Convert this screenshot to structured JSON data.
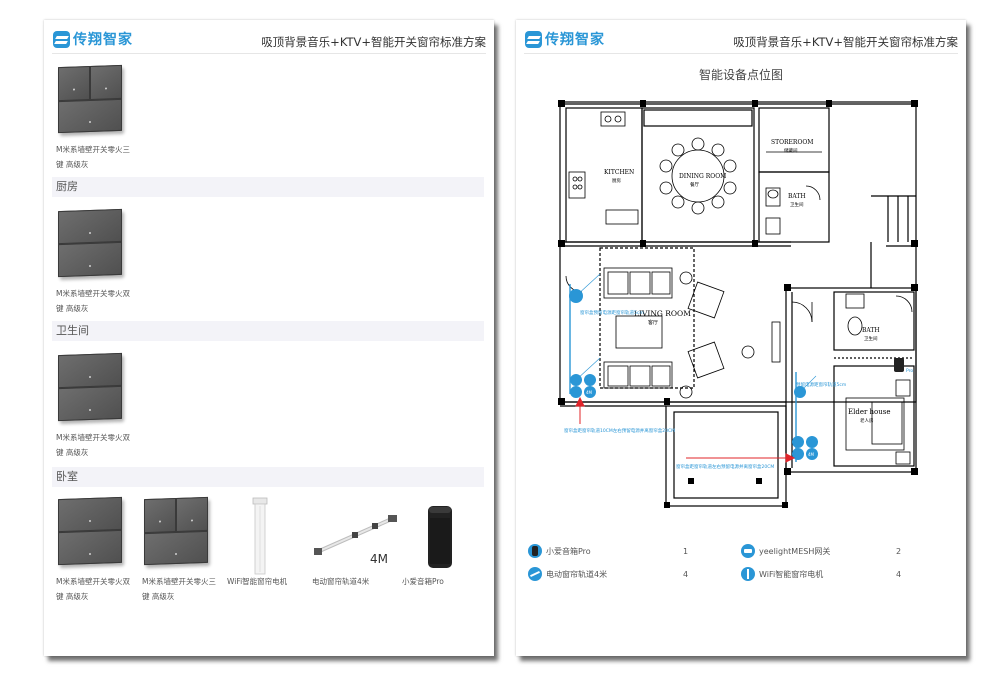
{
  "brand": {
    "name": "传翔智家",
    "color": "#2a96d6"
  },
  "left_page": {
    "header_title": "吸顶背景音乐+KTV+智能开关窗帘标准方案",
    "top_product": {
      "caption1": "M米系墙壁开关零火三",
      "caption2": "键 高级灰"
    },
    "sections": [
      {
        "label": "厨房",
        "products": [
          {
            "caption1": "M米系墙壁开关零火双",
            "caption2": "键 高级灰"
          }
        ]
      },
      {
        "label": "卫生间",
        "products": [
          {
            "caption1": "M米系墙壁开关零火双",
            "caption2": "键 高级灰"
          }
        ]
      },
      {
        "label": "卧室",
        "products": [
          {
            "caption1": "M米系墙壁开关零火双",
            "caption2": "键 高级灰"
          },
          {
            "caption1": "M米系墙壁开关零火三",
            "caption2": "键 高级灰"
          },
          {
            "caption1": "WiFi智能窗帘电机",
            "caption2": ""
          },
          {
            "caption1": "电动窗帘轨道4米",
            "caption2": ""
          },
          {
            "caption1": "小爱音箱Pro",
            "caption2": ""
          }
        ]
      }
    ],
    "rail_label": "4M"
  },
  "right_page": {
    "header_title": "吸顶背景音乐+KTV+智能开关窗帘标准方案",
    "plan_title": "智能设备点位图",
    "rooms": {
      "kitchen": "KITCHEN",
      "kitchen_sub": "厨房",
      "dining": "DINING ROOM",
      "dining_sub": "餐厅",
      "storeroom": "STOREROOM",
      "storeroom_sub": "储藏间",
      "bath1": "BATH",
      "bath1_sub": "卫生间",
      "living": "LIVING ROOM",
      "living_sub": "客厅",
      "bath2": "BATH",
      "bath2_sub": "卫生间",
      "elder": "Elder house",
      "elder_sub": "老人房"
    },
    "annotations": {
      "a1": "窗帘盒预留电源距窗帘轨道5cm",
      "a2": "窗帘盒距窗帘轨道10CM左右预留电源并离窗帘盒20CM",
      "a3": "窗帘盒距窗帘轨道左右预留电源并离窗帘盒20CM",
      "a4": "预留电源距窗帘轨道5cm",
      "speaker_tag": "Pro",
      "rail_tag": "4M"
    },
    "legend": [
      {
        "icon": "speaker-icon",
        "label": "小爱音箱Pro",
        "count": "1"
      },
      {
        "icon": "gateway-icon",
        "label": "yeelightMESH网关",
        "count": "2"
      },
      {
        "icon": "curtain-rail-icon",
        "label": "电动窗帘轨道4米",
        "count": "4"
      },
      {
        "icon": "curtain-motor-icon",
        "label": "WiFi智能窗帘电机",
        "count": "4"
      }
    ]
  }
}
